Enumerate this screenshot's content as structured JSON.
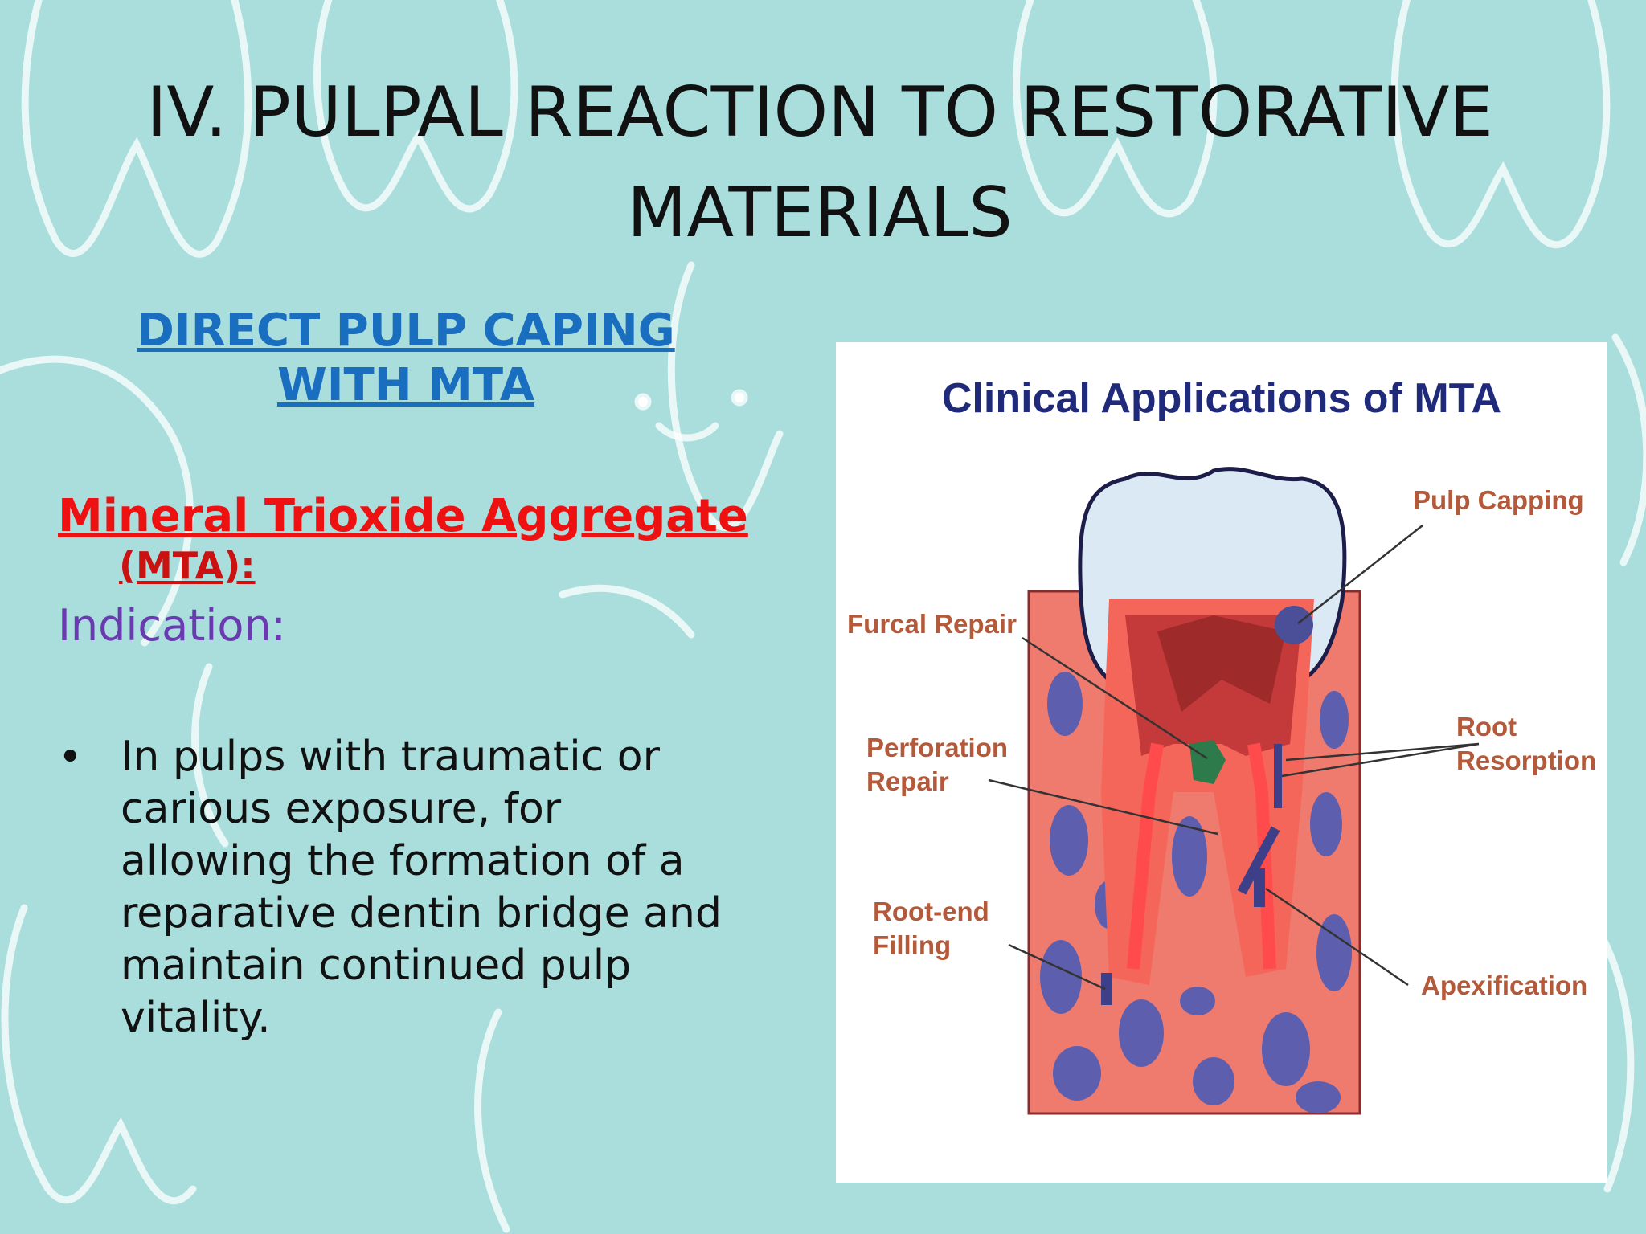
{
  "slide": {
    "title": "IV.  PULPAL REACTION TO RESTORATIVE MATERIALS",
    "subheading": "DIRECT PULP CAPING WITH MTA",
    "mta_name": "Mineral Trioxide Aggregate",
    "mta_abbr": "(MTA):",
    "indication_label": "Indication:",
    "bullet_symbol": "•",
    "bullet_text": "In pulps with traumatic or carious exposure, for allowing the formation of a reparative dentin bridge and maintain continued pulp vitality."
  },
  "figure": {
    "title": "Clinical Applications of MTA",
    "labels": {
      "pulp_capping": "Pulp Capping",
      "furcal_repair": "Furcal Repair",
      "root_resorption_1": "Root",
      "root_resorption_2": "Resorption",
      "perforation_repair_1": "Perforation",
      "perforation_repair_2": "Repair",
      "root_end_filling_1": "Root-end",
      "root_end_filling_2": "Filling",
      "apexification": "Apexification"
    }
  },
  "colors": {
    "background": "#a9dedd",
    "title_text": "#111111",
    "subheading": "#1a6ec0",
    "mta_name": "#ee1111",
    "indication": "#6a3bb0",
    "figure_title": "#202a7a",
    "figure_labels": "#b45a3a"
  }
}
